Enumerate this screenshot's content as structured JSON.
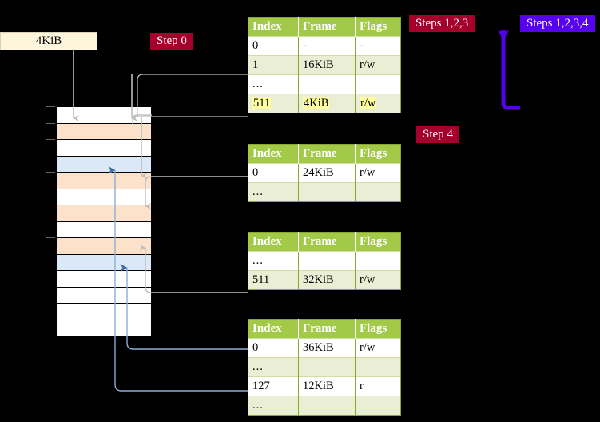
{
  "labels": {
    "kib_box": "4KiB",
    "step0": "Step 0",
    "step4": "Step 4",
    "steps123": "Steps 1,2,3",
    "steps1234": "Steps 1,2,3,4"
  },
  "colors": {
    "badge_red": "#a5002b",
    "badge_blue": "#5500ee",
    "table_header": "#a3c949",
    "table_alt_row": "#e9eed4",
    "highlight": "#ffff9e",
    "mem_orange": "#fde2cb",
    "mem_blue": "#dbe8f8",
    "arrow_blue": "#5500ee",
    "connector_grey": "#bdbdbd",
    "connector_blue": "#8aaed6",
    "kib_box_bg": "#fdf5dc"
  },
  "tables": [
    {
      "id": "pml4",
      "headers": [
        "Index",
        "Frame",
        "Flags"
      ],
      "rows": [
        {
          "index": "0",
          "frame": "-",
          "flags": "-",
          "alt": false,
          "highlight": false,
          "dots": false
        },
        {
          "index": "1",
          "frame": "16KiB",
          "flags": "r/w",
          "alt": true,
          "highlight": false,
          "dots": false
        },
        {
          "index": "...",
          "frame": "",
          "flags": "",
          "alt": false,
          "highlight": false,
          "dots": true
        },
        {
          "index": "511",
          "frame": "4KiB",
          "flags": "r/w",
          "alt": true,
          "highlight": true,
          "dots": false
        }
      ]
    },
    {
      "id": "pdp",
      "headers": [
        "Index",
        "Frame",
        "Flags"
      ],
      "rows": [
        {
          "index": "0",
          "frame": "24KiB",
          "flags": "r/w",
          "alt": false,
          "highlight": false,
          "dots": false
        },
        {
          "index": "...",
          "frame": "",
          "flags": "",
          "alt": true,
          "highlight": false,
          "dots": true
        }
      ]
    },
    {
      "id": "pd",
      "headers": [
        "Index",
        "Frame",
        "Flags"
      ],
      "rows": [
        {
          "index": "...",
          "frame": "",
          "flags": "",
          "alt": false,
          "highlight": false,
          "dots": true
        },
        {
          "index": "511",
          "frame": "32KiB",
          "flags": "r/w",
          "alt": true,
          "highlight": false,
          "dots": false
        }
      ]
    },
    {
      "id": "pt",
      "headers": [
        "Index",
        "Frame",
        "Flags"
      ],
      "rows": [
        {
          "index": "0",
          "frame": "36KiB",
          "flags": "r/w",
          "alt": false,
          "highlight": false,
          "dots": false
        },
        {
          "index": "...",
          "frame": "",
          "flags": "",
          "alt": true,
          "highlight": false,
          "dots": true
        },
        {
          "index": "127",
          "frame": "12KiB",
          "flags": "r",
          "alt": false,
          "highlight": false,
          "dots": false
        },
        {
          "index": "...",
          "frame": "",
          "flags": "",
          "alt": true,
          "highlight": false,
          "dots": true
        }
      ]
    }
  ],
  "memory_rows": [
    {
      "fill": "white",
      "tick": true
    },
    {
      "fill": "orange",
      "tick": true
    },
    {
      "fill": "white",
      "tick": true
    },
    {
      "fill": "blue",
      "tick": false
    },
    {
      "fill": "orange",
      "tick": true
    },
    {
      "fill": "white",
      "tick": false
    },
    {
      "fill": "orange",
      "tick": true
    },
    {
      "fill": "white",
      "tick": false
    },
    {
      "fill": "orange",
      "tick": true
    },
    {
      "fill": "blue",
      "tick": false
    },
    {
      "fill": "white",
      "tick": false
    },
    {
      "fill": "white",
      "tick": false
    },
    {
      "fill": "white",
      "tick": false
    },
    {
      "fill": "white",
      "tick": false
    }
  ]
}
